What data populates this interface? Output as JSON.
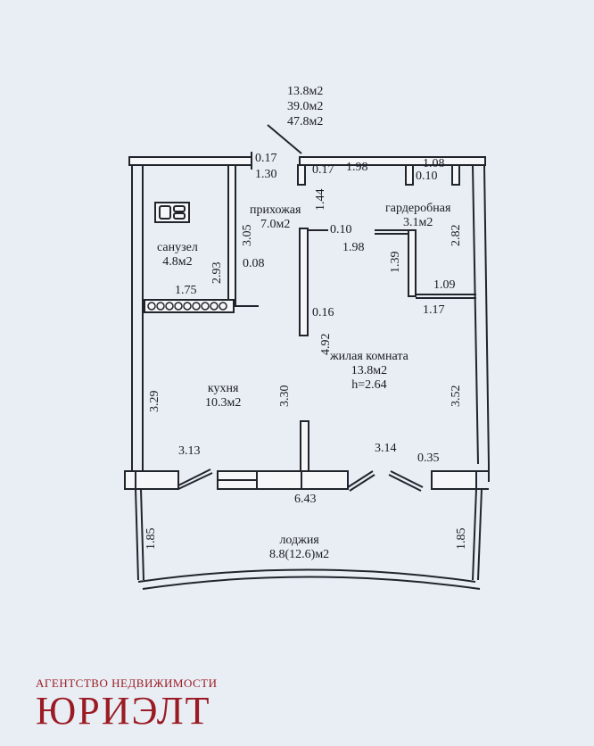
{
  "areas": {
    "living": "13.8м2",
    "total_living": "39.0м2",
    "total": "47.8м2"
  },
  "rooms": {
    "hall": {
      "name": "прихожая",
      "area": "7.0м2"
    },
    "wardrobe": {
      "name": "гардеробная",
      "area": "3.1м2"
    },
    "bathroom": {
      "name": "санузел",
      "area": "4.8м2"
    },
    "living": {
      "name": "жилая комната",
      "area": "13.8м2",
      "height": "h=2.64"
    },
    "kitchen": {
      "name": "кухня",
      "area": "10.3м2"
    },
    "loggia": {
      "name": "лоджия",
      "area": "8.8(12.6)м2"
    }
  },
  "dims": {
    "d017a": "0.17",
    "d130": "1.30",
    "d017b": "0.17",
    "d198a": "1.98",
    "d108": "1.08",
    "d010a": "0.10",
    "d144": "1.44",
    "d305": "3.05",
    "d010b": "0.10",
    "d198b": "1.98",
    "d282": "2.82",
    "d293": "2.93",
    "d008": "0.08",
    "d139": "1.39",
    "d109": "1.09",
    "d175": "1.75",
    "d117": "1.17",
    "d016": "0.16",
    "d492": "4.92",
    "d329": "3.29",
    "d330": "3.30",
    "d352": "3.52",
    "d313": "3.13",
    "d314": "3.14",
    "d035": "0.35",
    "d643": "6.43",
    "d185a": "1.85",
    "d185b": "1.85"
  },
  "footer": {
    "agency": "АГЕНТСТВО НЕДВИЖИМОСТИ",
    "logo": "ЮРИЭЛТ"
  }
}
